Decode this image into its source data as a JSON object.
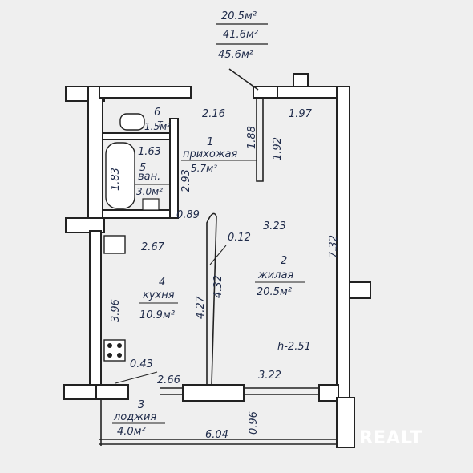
{
  "summary": {
    "living_area": "20.5м²",
    "total_area": "41.6м²",
    "total_with_balcony": "45.6м²"
  },
  "rooms": [
    {
      "num": "1",
      "name": "прихожая",
      "area": "5.7м²"
    },
    {
      "num": "2",
      "name": "жилая",
      "area": "20.5м²"
    },
    {
      "num": "3",
      "name": "лоджия",
      "area": "4.0м²"
    },
    {
      "num": "4",
      "name": "кухня",
      "area": "10.9м²"
    },
    {
      "num": "5",
      "name": "ван.",
      "area": "3.0м²"
    },
    {
      "num": "6",
      "name": "т.",
      "area": "1.5м²"
    }
  ],
  "dims": {
    "d216": "2.16",
    "d197": "1.97",
    "d188": "1.88",
    "d192": "1.92",
    "d163": "1.63",
    "d183": "1.83",
    "d293": "2.93",
    "d089": "0.89",
    "d323": "3.23",
    "d732": "7.32",
    "d267": "2.67",
    "d012": "0.12",
    "d396": "3.96",
    "d427": "4.27",
    "d432": "4.32",
    "d043": "0.43",
    "d266": "2.66",
    "d322": "3.22",
    "d096": "0.96",
    "d604": "6.04"
  },
  "ceiling": "h-2.51",
  "watermark": "REALT"
}
